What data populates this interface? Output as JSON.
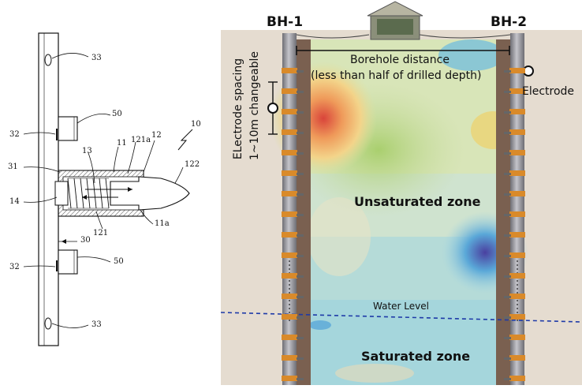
{
  "patent_labels": {
    "fig": "10",
    "l33a": "33",
    "l50a": "50",
    "l32a": "32",
    "l12": "12",
    "l11": "11",
    "l13": "13",
    "l121a": "121a",
    "l31": "31",
    "l122": "122",
    "l14": "14",
    "l11a": "11a",
    "l121": "121",
    "l30": "30",
    "l32b": "32",
    "l50b": "50",
    "l33b": "33"
  },
  "geo": {
    "bh1": "BH-1",
    "bh2": "BH-2",
    "distance_line1": "Borehole distance",
    "distance_line2": "(less than half of drilled depth)",
    "electrode": "Electrode",
    "spacing_line1": "ELectrode spacing",
    "spacing_line2": "1~10m changeable",
    "unsaturated": "Unsaturated zone",
    "water_level": "Water Level",
    "saturated": "Saturated zone"
  },
  "colors": {
    "ground": "#e5dcd0",
    "borehole": "#7a6050",
    "pipe": "#9a9aa0",
    "electrode": "#d98a2a",
    "water_line": "#1e3aa8",
    "anomaly_hot": "#e0504a",
    "anomaly_cold": "#4a40a0"
  }
}
